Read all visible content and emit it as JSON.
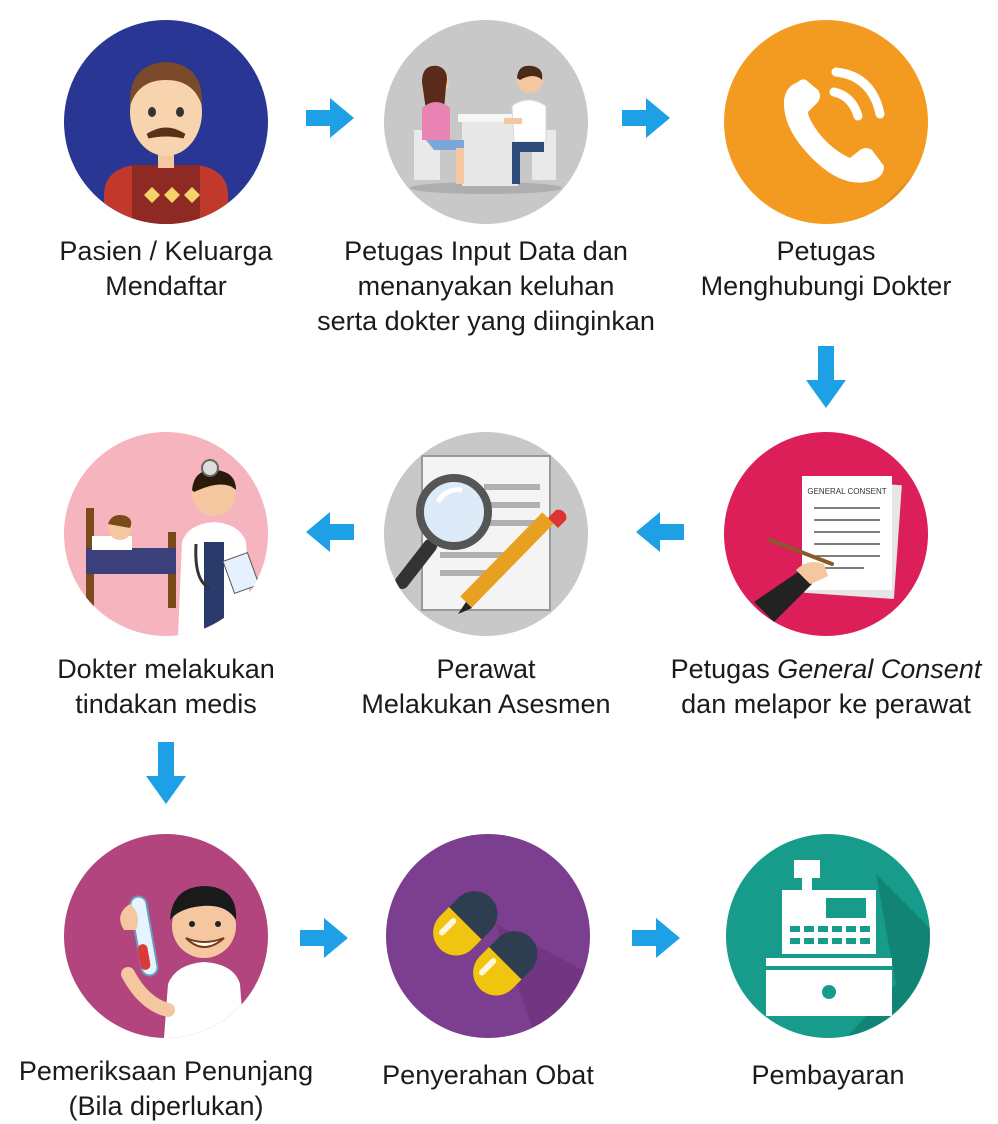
{
  "colors": {
    "arrow": "#1ea0e6",
    "step1_bg": "#2a3694",
    "step2_bg": "#c8c8c8",
    "step3_bg": "#f39a20",
    "step4_bg": "#dc1e59",
    "step5_bg": "#c8c8c8",
    "step6_bg": "#f6b4be",
    "step7_bg": "#b2457d",
    "step8_bg": "#7c3e8f",
    "step9_bg": "#179b8a"
  },
  "steps": [
    {
      "id": "pasien-mendaftar",
      "icon": "patient-icon",
      "lines": [
        "Pasien / Keluarga",
        "Mendaftar"
      ]
    },
    {
      "id": "input-data",
      "icon": "registration-desk-icon",
      "lines": [
        "Petugas Input Data dan",
        "menanyakan keluhan",
        "serta dokter yang diinginkan"
      ]
    },
    {
      "id": "hubungi-dokter",
      "icon": "phone-icon",
      "lines": [
        "Petugas",
        "Menghubungi Dokter"
      ]
    },
    {
      "id": "general-consent",
      "icon": "consent-document-icon",
      "doc_title": "GENERAL CONSENT",
      "line1_prefix": "Petugas ",
      "line1_emph": "General Consent",
      "lines": [
        "dan melapor ke perawat"
      ]
    },
    {
      "id": "asesmen",
      "icon": "magnifier-pencil-icon",
      "lines": [
        "Perawat",
        "Melakukan Asesmen"
      ]
    },
    {
      "id": "tindakan-medis",
      "icon": "doctor-bedside-icon",
      "lines": [
        "Dokter melakukan",
        "tindakan medis"
      ]
    },
    {
      "id": "pemeriksaan-penunjang",
      "icon": "lab-test-icon",
      "lines": [
        "Pemeriksaan Penunjang",
        "(Bila diperlukan)"
      ]
    },
    {
      "id": "penyerahan-obat",
      "icon": "pills-icon",
      "lines": [
        "Penyerahan Obat"
      ]
    },
    {
      "id": "pembayaran",
      "icon": "cash-register-icon",
      "lines": [
        "Pembayaran"
      ]
    }
  ]
}
